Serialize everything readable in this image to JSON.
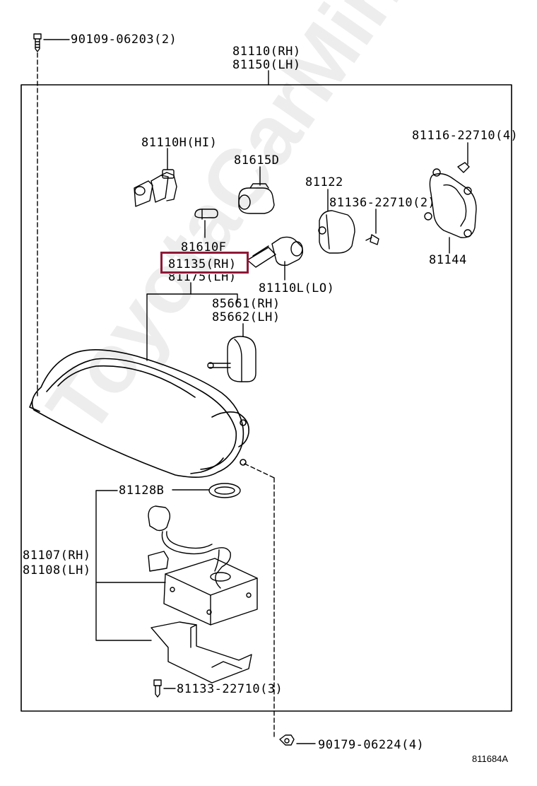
{
  "colors": {
    "line": "#000000",
    "highlight": "#8f1837",
    "watermark": "#cccccc"
  },
  "watermark": "ToyotaCarMine.ru",
  "diagram_code": "811684A",
  "highlight_part": "81135",
  "labels": {
    "p90109": "90109-06203(2)",
    "p81110rh": "81110(RH)",
    "p81150lh": "81150(LH)",
    "p81116": "81116-22710(4)",
    "p81110h": "81110H(HI)",
    "p81615d": "81615D",
    "p81122": "81122",
    "p81136": "81136-22710(2)",
    "p81610f": "81610F",
    "p81135": "81135(RH)",
    "p81175": "81175(LH)",
    "p81110l": "81110L(LO)",
    "p81144": "81144",
    "p85661": "85661(RH)",
    "p85662": "85662(LH)",
    "p81128b": "81128B",
    "p81107": "81107(RH)",
    "p81108": "81108(LH)",
    "p81133": "81133-22710(3)",
    "p90179": "90179-06224(4)"
  }
}
